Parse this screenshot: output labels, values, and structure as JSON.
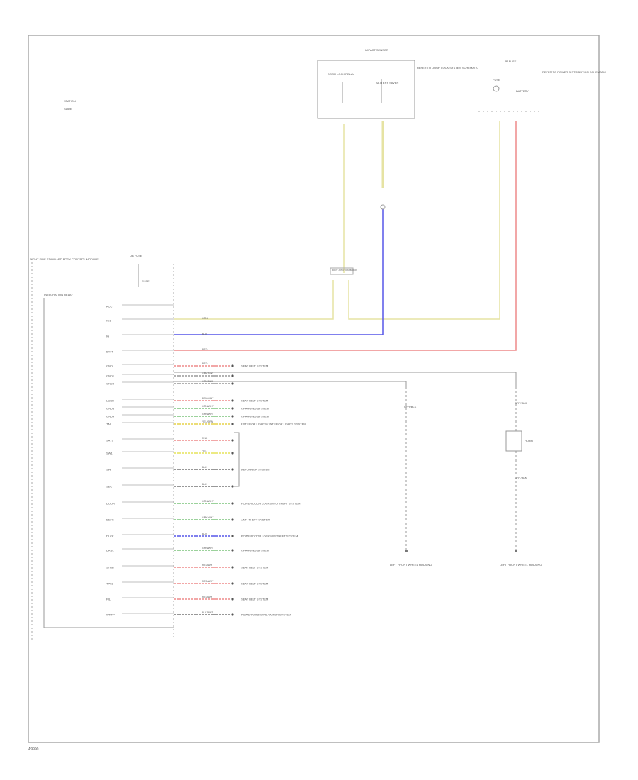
{
  "legend": {
    "line1": "STATION",
    "line2": "SLIDE"
  },
  "top_relay": {
    "title": "IMPACT SENSOR",
    "left_label": "DOOR LOCK RELAY",
    "right_label": "BATTERY SAVER",
    "side_note": "REFER TO DOOR LOCK SYSTEM SCHEMATIC"
  },
  "right_connector": {
    "title": "JB FUSE",
    "left_label": "FUSE",
    "right_label": "BATTERY",
    "side_note": "REFER TO POWER DISTRIBUTION SCHEMATIC"
  },
  "mid_splice": {
    "label": "BODY JUNCTION BLOCK"
  },
  "module": {
    "title": "RIGHT SIDE STANDARD BODY CONTROL MODULE",
    "relay_label": "INTEGRATION RELAY",
    "fuse_label": "JB FUSE",
    "fuse_sub": "FUSE"
  },
  "rows": [
    {
      "pin": "ACC",
      "wire_color": "",
      "dest": ""
    },
    {
      "pin": "IG1",
      "wire_color": "GRN",
      "dest": ""
    },
    {
      "pin": "IG",
      "wire_color": "BLU",
      "dest": ""
    },
    {
      "pin": "BATT",
      "wire_color": "RED",
      "dest": ""
    },
    {
      "pin": "GND",
      "wire_color": "RED",
      "dest": "SEAT BELT SYSTEM"
    },
    {
      "pin": "GND1",
      "wire_color": "GRY/BLK",
      "dest": ""
    },
    {
      "pin": "GND2",
      "wire_color": "GRY/BLK",
      "dest": ""
    },
    {
      "pin": "LGND",
      "wire_color": "BRN/WHT",
      "dest": "SEAT BELT SYSTEM"
    },
    {
      "pin": "GND3",
      "wire_color": "GRN/WHT",
      "dest": "CHARGING SYSTEM"
    },
    {
      "pin": "GND4",
      "wire_color": "GRN/WHT",
      "dest": "CHARGING SYSTEM"
    },
    {
      "pin": "TAIL",
      "wire_color": "YEL/GRN",
      "dest": "EXTERIOR LIGHTS / INTERIOR LIGHTS SYSTEM"
    },
    {
      "pin": "SATS",
      "wire_color": "PNK",
      "dest": ""
    },
    {
      "pin": "SW1",
      "wire_color": "YEL",
      "dest": ""
    },
    {
      "pin": "SW",
      "wire_color": "BLK",
      "dest": "DEFOGGER SYSTEM"
    },
    {
      "pin": "SEC",
      "wire_color": "BLK",
      "dest": ""
    },
    {
      "pin": "DOOR",
      "wire_color": "GRN/WHT",
      "dest": "POWER DOOR LOCKS W/O THEFT SYSTEM"
    },
    {
      "pin": "DEFS",
      "wire_color": "GRY/WHT",
      "dest": "ANTI-THEFT SYSTEM"
    },
    {
      "pin": "DLCK",
      "wire_color": "BLU",
      "dest": "POWER DOOR LOCKS W/ THEFT SYSTEM"
    },
    {
      "pin": "DRSL",
      "wire_color": "GRN/WHT",
      "dest": "CHARGING SYSTEM"
    },
    {
      "pin": "STRB",
      "wire_color": "RED/WHT",
      "dest": "SEAT BELT SYSTEM"
    },
    {
      "pin": "TPSL",
      "wire_color": "RED/WHT",
      "dest": "SEAT BELT SYSTEM"
    },
    {
      "pin": "PIL",
      "wire_color": "RED/WHT",
      "dest": "SEAT BELT SYSTEM"
    },
    {
      "pin": "WRTP",
      "wire_color": "BLK/WHT",
      "dest": "POWER WINDOWS / WIPER SYSTEM"
    }
  ],
  "center_ground": {
    "label": "GRY/BLK",
    "ground": "LEFT FRONT WHEEL HOUSING"
  },
  "right_ground": {
    "label_top": "GRY/BLK",
    "label_bottom": "GRY/BLK",
    "component": "HORN",
    "ground": "LEFT FRONT WHEEL HOUSING"
  },
  "footer": {
    "code": "A9990"
  },
  "colors": {
    "yellow": "#e6e3a3",
    "blue": "#5757e8",
    "red": "#ee8a8a",
    "gray": "#999999"
  }
}
